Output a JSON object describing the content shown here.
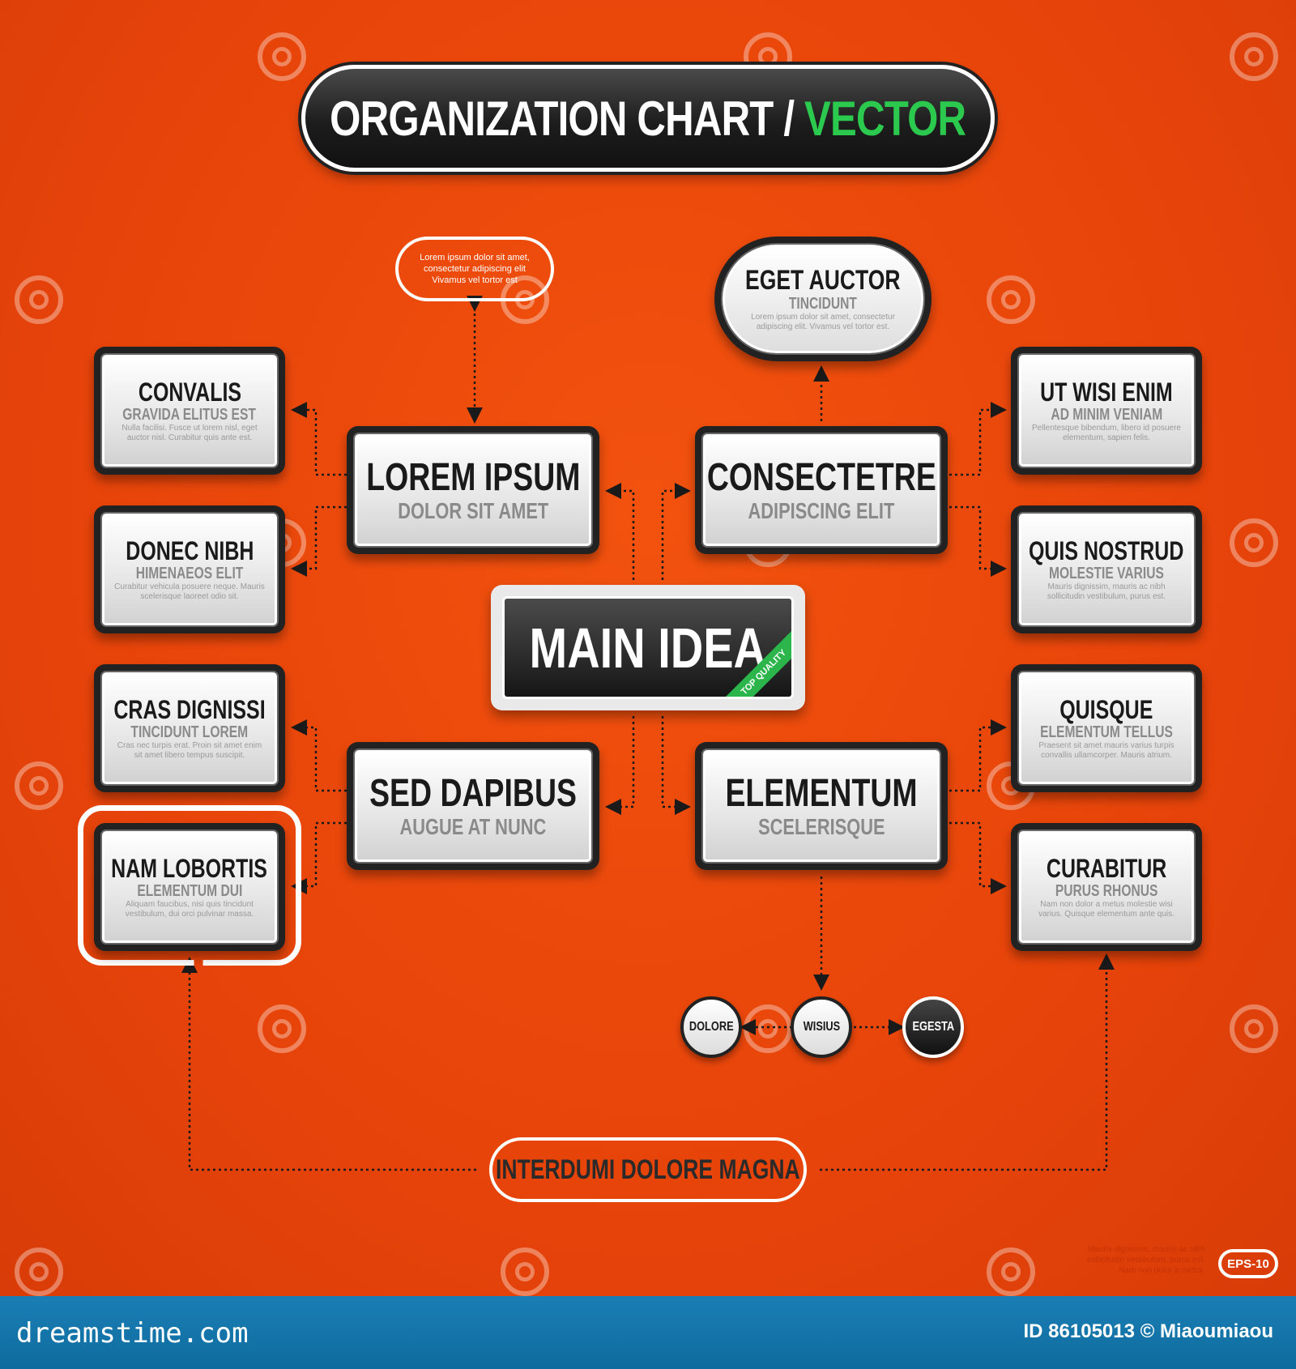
{
  "title": {
    "main": "ORGANIZATION CHART /",
    "accent": "VECTOR"
  },
  "note": "Lorem ipsum dolor sit amet, consectetur adipiscing elit Vivamus vel tortor est",
  "top_node": {
    "heading": "EGET AUCTOR",
    "sub": "TINCIDUNT",
    "text": "Lorem ipsum dolor sit amet, consectetur adipiscing elit. Vivamus vel tortor est."
  },
  "main_idea": {
    "label": "MAIN IDEA",
    "ribbon": "TOP QUALITY"
  },
  "mid_nodes": {
    "lorem": {
      "heading": "LOREM IPSUM",
      "sub": "DOLOR SIT AMET"
    },
    "consectetre": {
      "heading": "CONSECTETRE",
      "sub": "ADIPISCING ELIT"
    },
    "sed": {
      "heading": "SED DAPIBUS",
      "sub": "AUGUE AT NUNC"
    },
    "elementum": {
      "heading": "ELEMENTUM",
      "sub": "SCELERISQUE"
    }
  },
  "left_nodes": [
    {
      "heading": "CONVALIS",
      "sub": "GRAVIDA ELITUS EST",
      "text": "Nulla facilisi. Fusce ut lorem nisl, eget auctor nisl. Curabitur quis ante est."
    },
    {
      "heading": "DONEC NIBH",
      "sub": "HIMENAEOS ELIT",
      "text": "Curabitur vehicula posuere neque. Mauris scelerisque laoreet odio sit."
    },
    {
      "heading": "CRAS DIGNISSI",
      "sub": "TINCIDUNT LOREM",
      "text": "Cras nec turpis erat. Proin sit amet enim sit amet libero tempus suscipit."
    },
    {
      "heading": "NAM LOBORTIS",
      "sub": "ELEMENTUM DUI",
      "text": "Aliquam faucibus, nisi quis tincidunt vestibulum, dui orci pulvinar massa."
    }
  ],
  "right_nodes": [
    {
      "heading": "UT WISI ENIM",
      "sub": "AD MINIM VENIAM",
      "text": "Pellentesque bibendum, libero id posuere elementum, sapien felis."
    },
    {
      "heading": "QUIS NOSTRUD",
      "sub": "MOLESTIE VARIUS",
      "text": "Mauris dignissim, mauris ac nibh sollicitudin vestibulum, purus est."
    },
    {
      "heading": "QUISQUE",
      "sub": "ELEMENTUM TELLUS",
      "text": "Praesent sit amet mauris varius turpis convallis ullamcorper. Mauris atrium."
    },
    {
      "heading": "CURABITUR",
      "sub": "PURUS RHONUS",
      "text": "Nam non dolor a metus molestie wisi varius. Quisque elementum ante quis."
    }
  ],
  "circles": [
    "DOLORE",
    "WISIUS",
    "EGESTA"
  ],
  "bottom_pill": "INTERDUMI DOLORE MAGNA",
  "faint_text": "Mauris dignissim, mauris ac nibh sollicitudin vestibulum, purus est. Nam non dolor a metus.",
  "eps_badge": "EPS-10",
  "footer": {
    "site": "dreamstime.com",
    "id": "ID 86105013 © Miaoumiaou"
  },
  "colors": {
    "background": "#e8440a",
    "accent": "#2bc94e",
    "footer": "#1a7fb5",
    "dark": "#1d1d1d"
  }
}
